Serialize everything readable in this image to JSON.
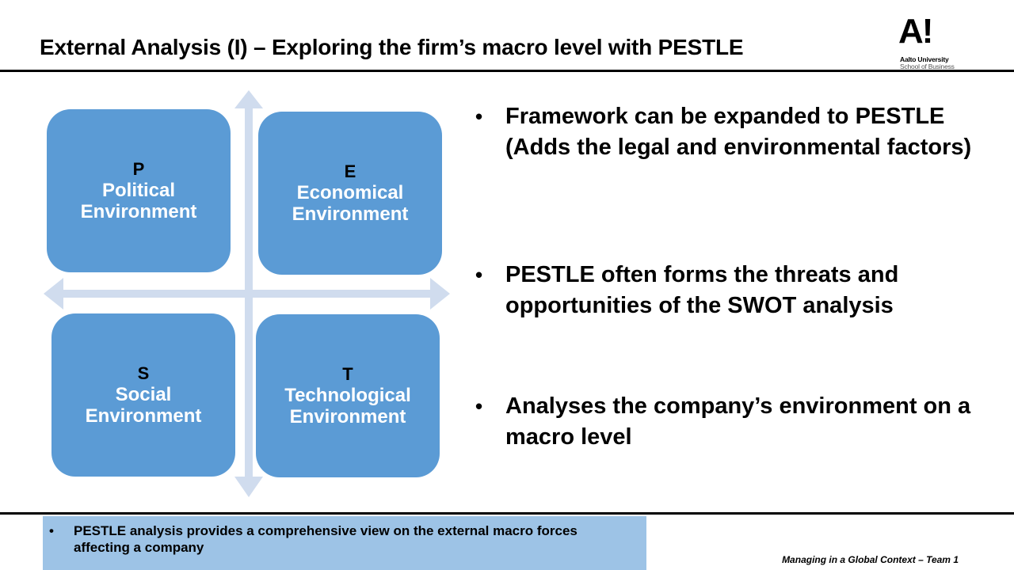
{
  "slide": {
    "title": "External Analysis (I) – Exploring the firm’s macro level with PESTLE"
  },
  "logo": {
    "mark": "A!",
    "line1": "Aalto University",
    "line2": "School of Business"
  },
  "quadrants": [
    {
      "letter": "P",
      "label_line1": "Political",
      "label_line2": "Environment"
    },
    {
      "letter": "E",
      "label_line1": "Economical",
      "label_line2": "Environment"
    },
    {
      "letter": "S",
      "label_line1": "Social",
      "label_line2": "Environment"
    },
    {
      "letter": "T",
      "label_line1": "Technological",
      "label_line2": "Environment"
    }
  ],
  "bullets": [
    "Framework can be expanded to PESTLE (Adds the legal and environmental factors)",
    "PESTLE often forms the threats and opportunities of the SWOT analysis",
    "Analyses the company’s environment on a macro level"
  ],
  "footer": {
    "summary": "PESTLE analysis provides a comprehensive view on the external macro forces affecting a company",
    "credit": "Managing in a Global Context – Team 1"
  },
  "colors": {
    "box": "#5b9bd5",
    "arrow": "#d0dcee",
    "footer_band": "#9dc3e6"
  }
}
